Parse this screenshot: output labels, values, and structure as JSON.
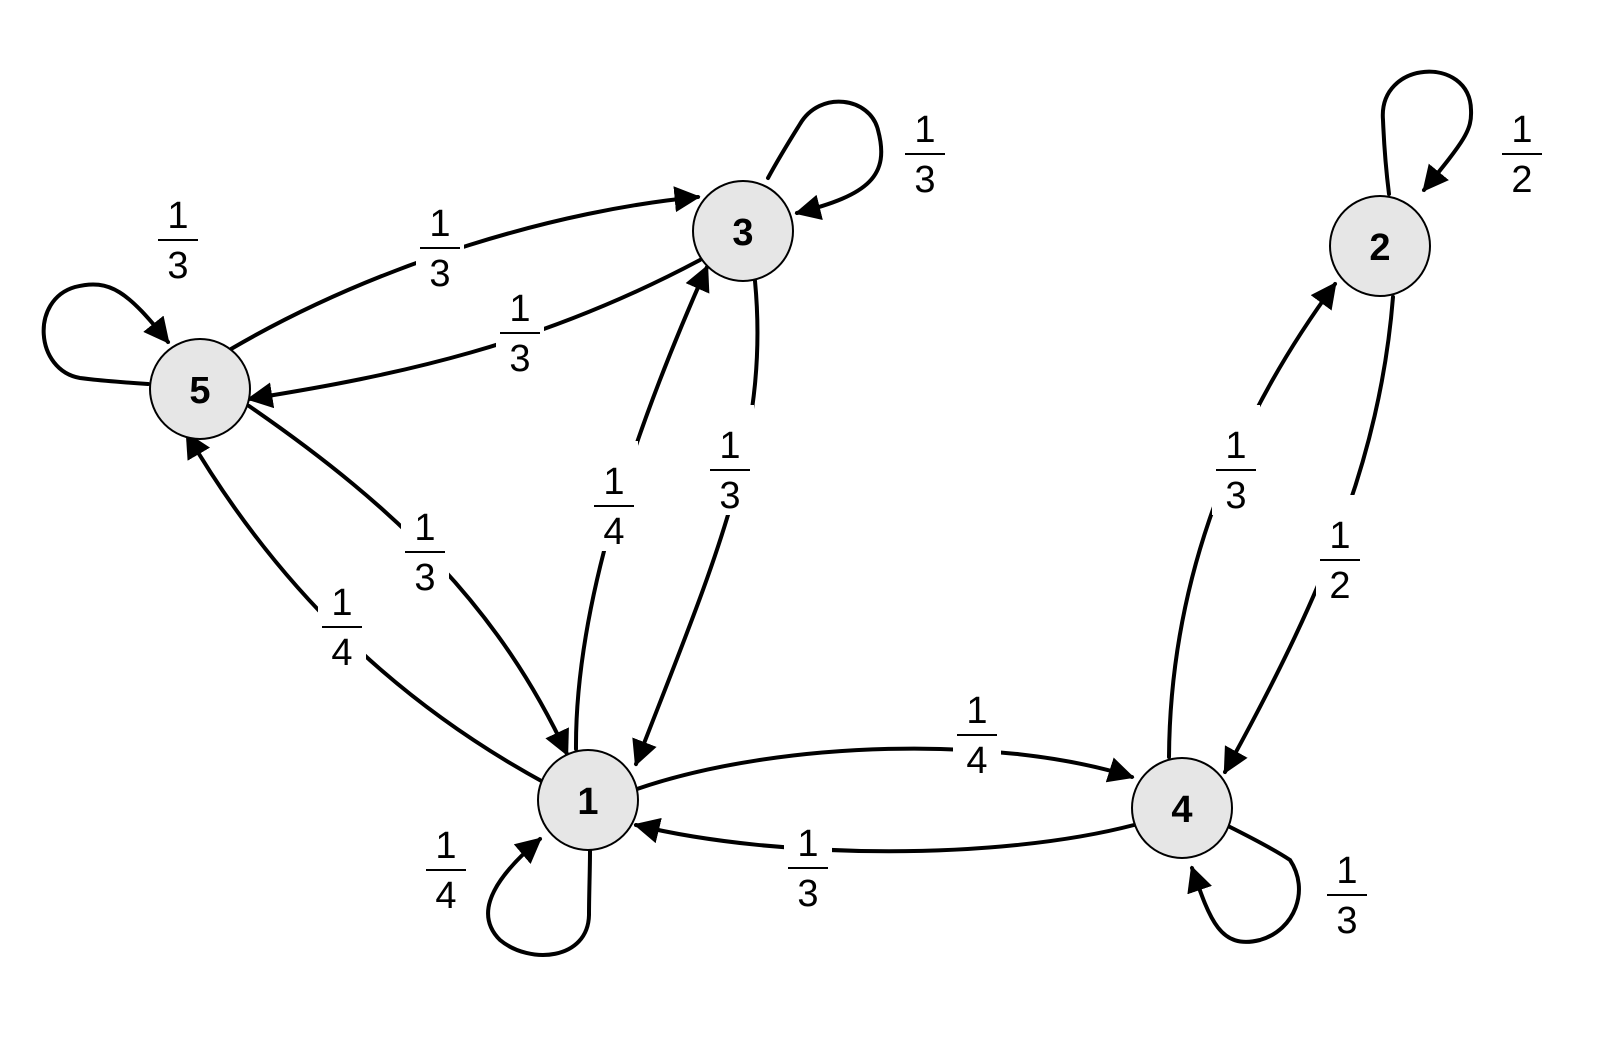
{
  "colors": {
    "node_fill": "#e6e6e6",
    "stroke": "#000000",
    "background": "#ffffff"
  },
  "nodes": [
    {
      "id": "1",
      "label": "1"
    },
    {
      "id": "2",
      "label": "2"
    },
    {
      "id": "3",
      "label": "3"
    },
    {
      "id": "4",
      "label": "4"
    },
    {
      "id": "5",
      "label": "5"
    }
  ],
  "edges": [
    {
      "id": "e-5-5",
      "from": "5",
      "to": "5",
      "num": "1",
      "den": "3"
    },
    {
      "id": "e-3-3",
      "from": "3",
      "to": "3",
      "num": "1",
      "den": "3"
    },
    {
      "id": "e-2-2",
      "from": "2",
      "to": "2",
      "num": "1",
      "den": "2"
    },
    {
      "id": "e-1-1",
      "from": "1",
      "to": "1",
      "num": "1",
      "den": "4"
    },
    {
      "id": "e-4-4",
      "from": "4",
      "to": "4",
      "num": "1",
      "den": "3"
    },
    {
      "id": "e-5-3",
      "from": "5",
      "to": "3",
      "num": "1",
      "den": "3"
    },
    {
      "id": "e-3-5",
      "from": "3",
      "to": "5",
      "num": "1",
      "den": "3"
    },
    {
      "id": "e-5-1",
      "from": "5",
      "to": "1",
      "num": "1",
      "den": "3"
    },
    {
      "id": "e-1-5",
      "from": "1",
      "to": "5",
      "num": "1",
      "den": "4"
    },
    {
      "id": "e-1-3",
      "from": "1",
      "to": "3",
      "num": "1",
      "den": "4"
    },
    {
      "id": "e-3-1",
      "from": "3",
      "to": "1",
      "num": "1",
      "den": "3"
    },
    {
      "id": "e-1-4",
      "from": "1",
      "to": "4",
      "num": "1",
      "den": "4"
    },
    {
      "id": "e-4-1",
      "from": "4",
      "to": "1",
      "num": "1",
      "den": "3"
    },
    {
      "id": "e-4-2",
      "from": "4",
      "to": "2",
      "num": "1",
      "den": "3"
    },
    {
      "id": "e-2-4",
      "from": "2",
      "to": "4",
      "num": "1",
      "den": "2"
    }
  ]
}
